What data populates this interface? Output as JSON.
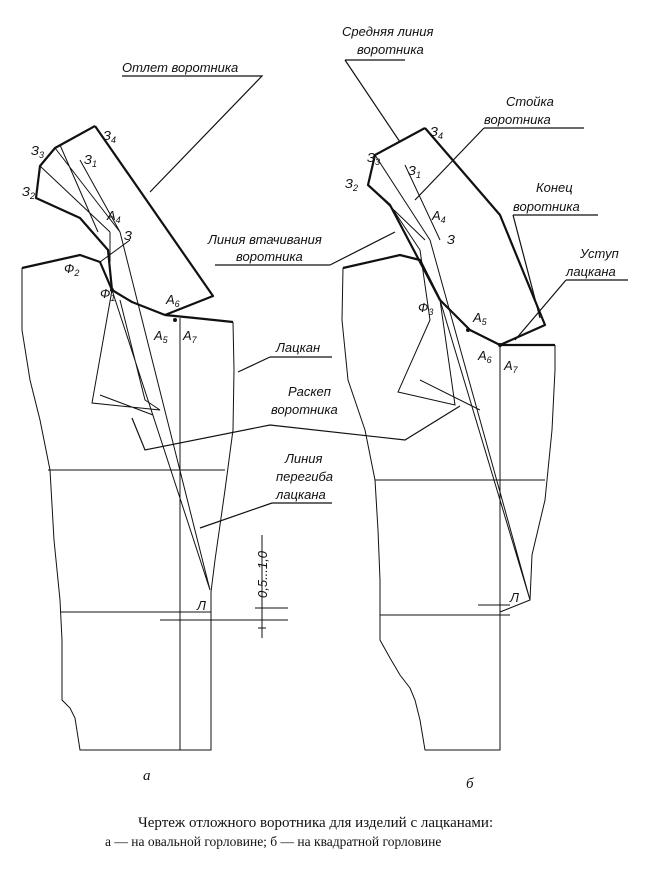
{
  "labels": {
    "sredn_1": "Средняя линия",
    "sredn_2": "воротника",
    "otlet": "Отлет воротника",
    "stoyka_1": "Стойка",
    "stoyka_2": "воротника",
    "konets_1": "Конец",
    "konets_2": "воротника",
    "vtach_1": "Линия втачивания",
    "vtach_2": "воротника",
    "ustup_1": "Уступ",
    "ustup_2": "лацкана",
    "latskan": "Лацкан",
    "raskep_1": "Раскеп",
    "raskep_2": "воротника",
    "pereg_1": "Линия",
    "pereg_2": "перегиба",
    "pereg_3": "лацкана",
    "dim": "0,5...1,0"
  },
  "points": {
    "Z": "З",
    "A": "А",
    "F": "Ф",
    "L": "Л",
    "n1": "1",
    "n2": "2",
    "n3": "3",
    "n4": "4",
    "n5": "5",
    "n6": "6",
    "n7": "7"
  },
  "subfigures": {
    "a": "а",
    "b": "б"
  },
  "caption": {
    "line1": "Чертеж отложного воротника для изделий с лацканами:",
    "line2": "а — на овальной горловине; б — на квадратной горловине"
  }
}
